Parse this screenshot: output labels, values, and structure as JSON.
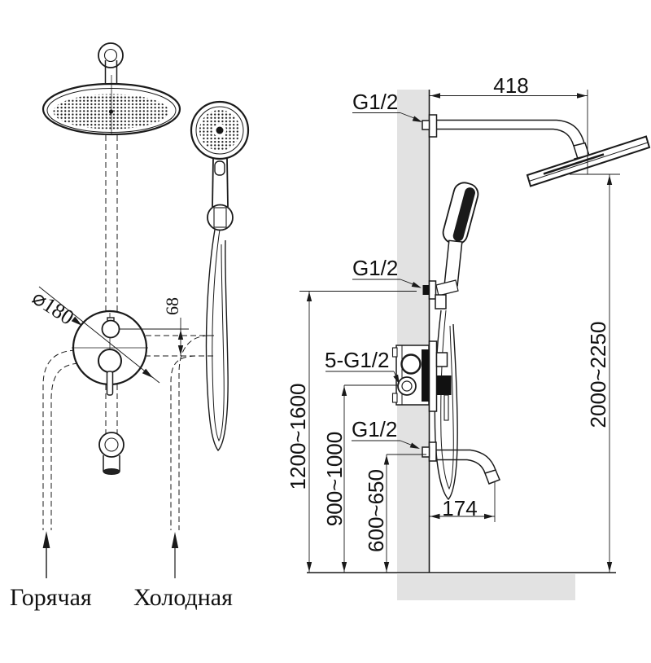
{
  "left_view": {
    "diameter_label": "⌀180",
    "offset_label": "68",
    "hot_label": "Горячая",
    "cold_label": "Холодная"
  },
  "right_view": {
    "arm_length": "418",
    "top_port": "G1/2",
    "handshower_port": "G1/2",
    "valve_port": "5-G1/2",
    "spout_port": "G1/2",
    "overall_height": "2000~2250",
    "handshower_height": "1200~1600",
    "valve_height": "900~1000",
    "spout_height": "600~650",
    "spout_reach": "174"
  },
  "colors": {
    "wall_fill": "#e2e2e2",
    "line": "#1a1a1a"
  }
}
